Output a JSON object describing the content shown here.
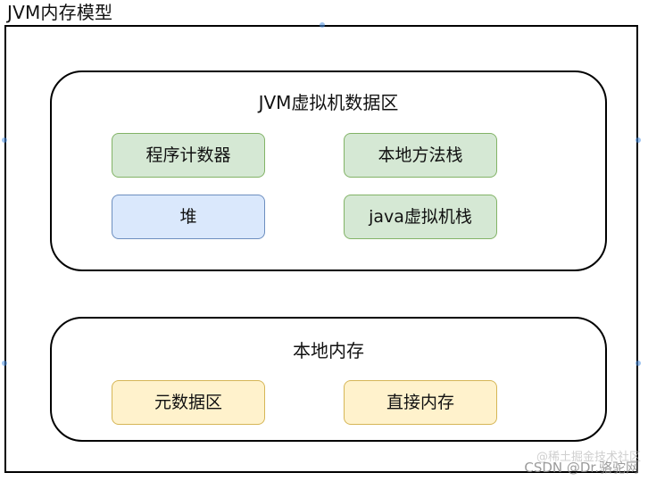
{
  "diagram": {
    "title": "JVM内存模型",
    "jvm_area": {
      "label": "JVM虚拟机数据区",
      "items": {
        "program_counter": "程序计数器",
        "native_method_stack": "本地方法栈",
        "heap": "堆",
        "java_vm_stack": "java虚拟机栈"
      }
    },
    "native_memory": {
      "label": "本地内存",
      "items": {
        "metaspace": "元数据区",
        "direct_memory": "直接内存"
      }
    }
  },
  "watermark": {
    "main": "CSDN @Dr.骆驼网",
    "overlay": "@稀土掘金技术社区"
  },
  "colors": {
    "green_fill": "#d5e8d4",
    "green_stroke": "#82b366",
    "blue_fill": "#dae8fc",
    "blue_stroke": "#6c8ebf",
    "yellow_fill": "#fff2cc",
    "yellow_stroke": "#d6b656"
  }
}
